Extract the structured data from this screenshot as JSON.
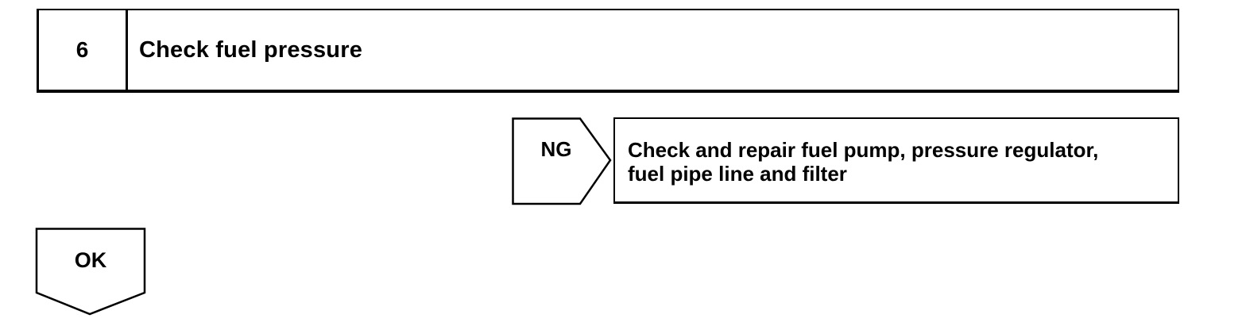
{
  "step": {
    "number": "6",
    "title": "Check fuel pressure"
  },
  "ng_branch": {
    "label": "NG",
    "action_lines": [
      "Check and repair fuel pump, pressure regulator,",
      "fuel pipe line and filter"
    ]
  },
  "ok_branch": {
    "label": "OK"
  }
}
